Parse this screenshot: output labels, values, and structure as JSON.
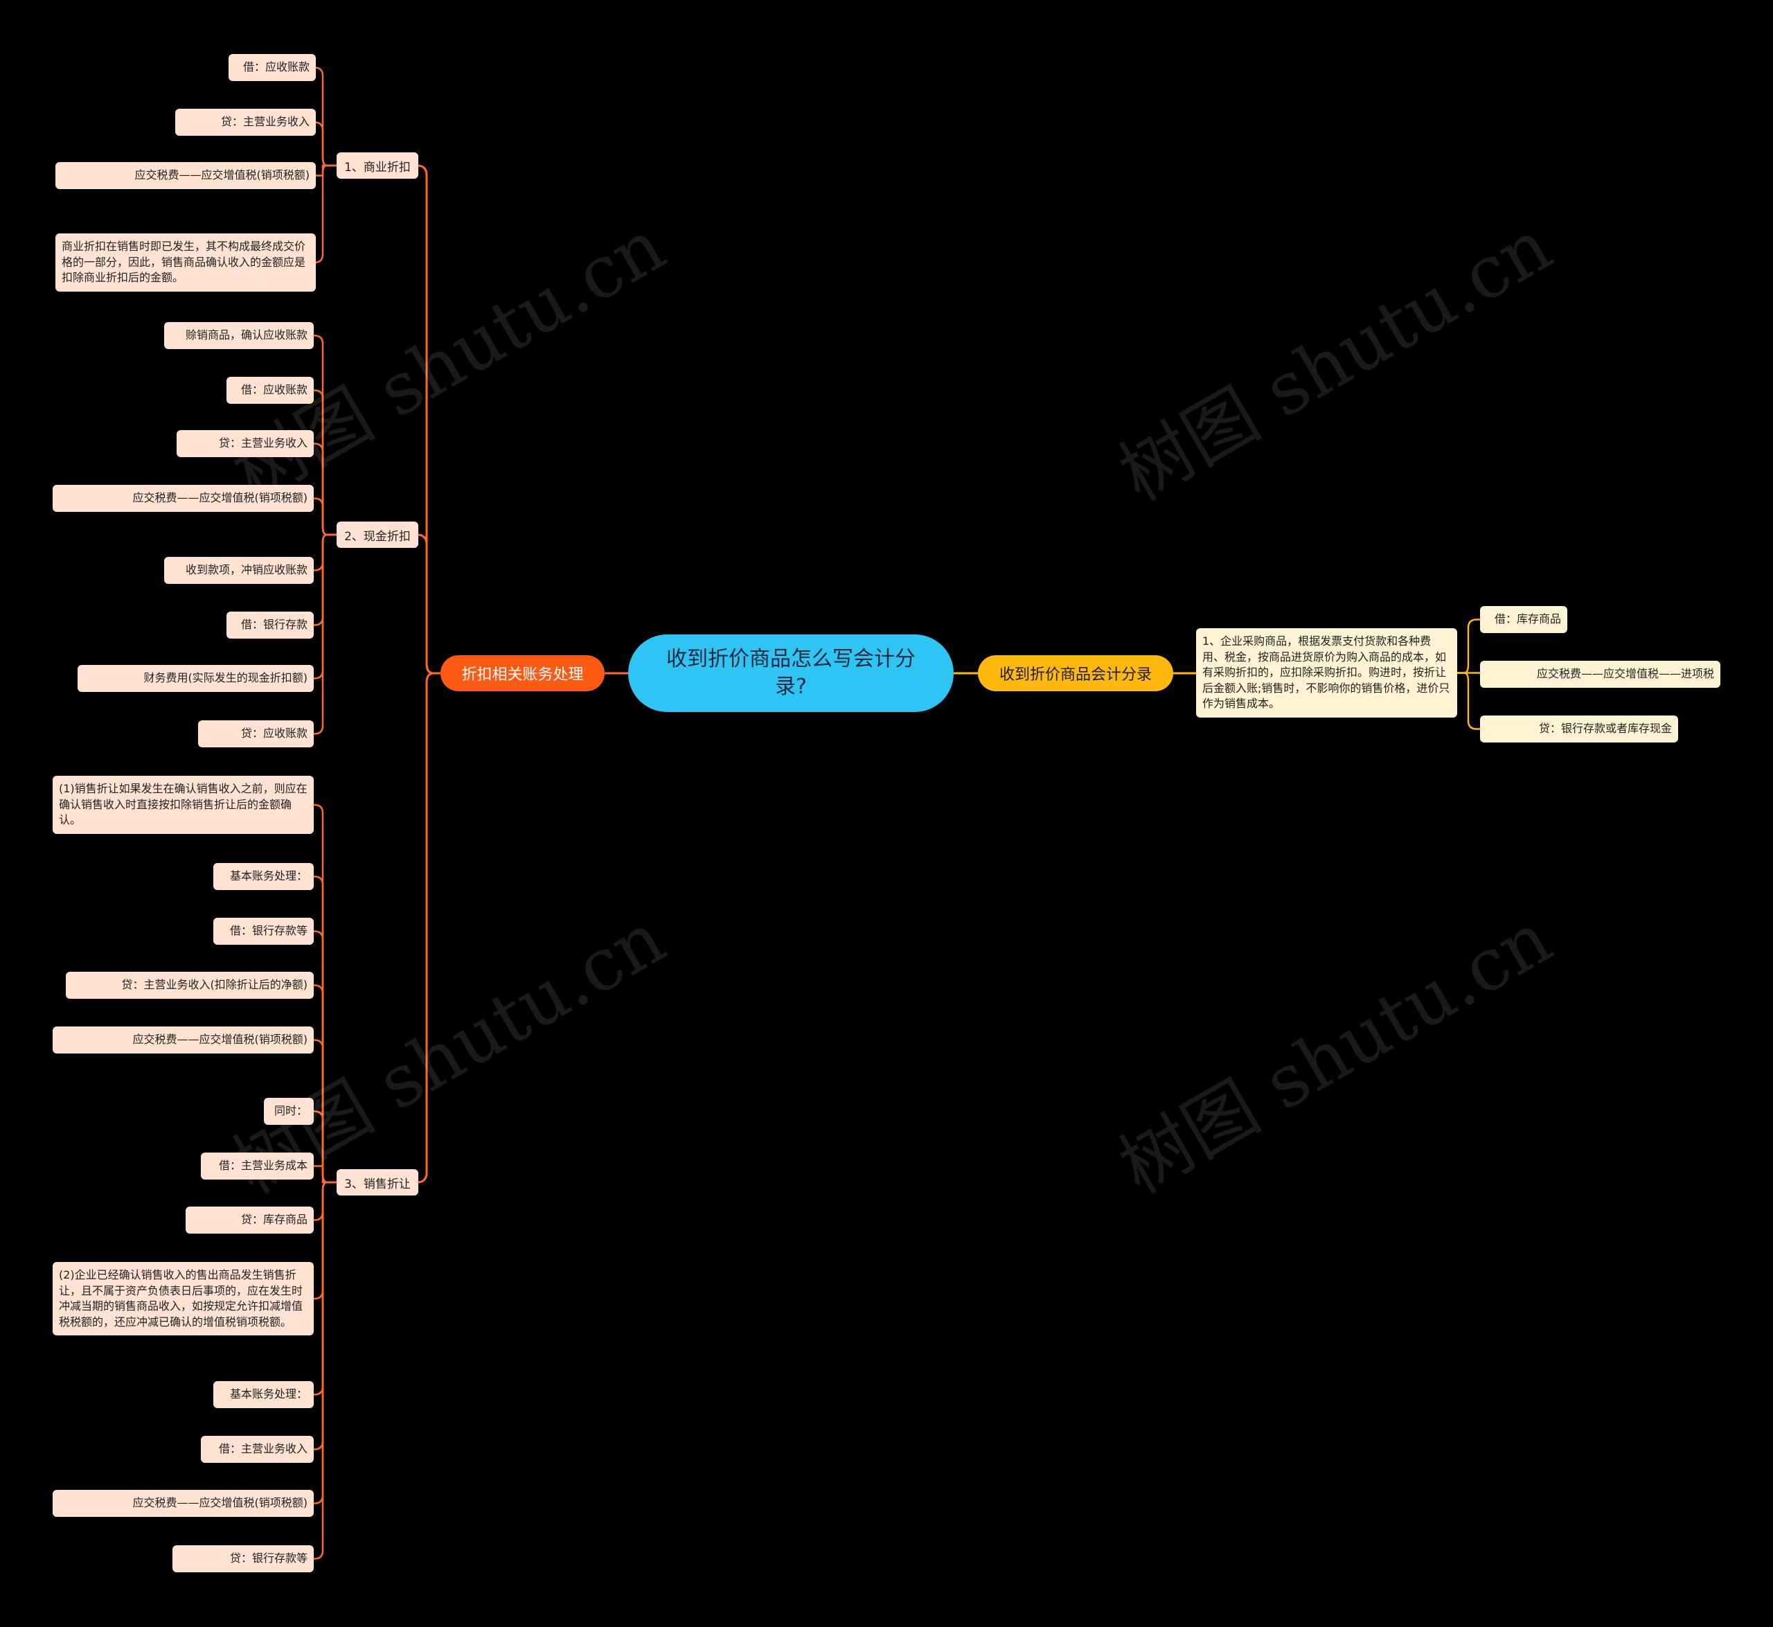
{
  "root": {
    "label": "收到折价商品怎么写会计分录?"
  },
  "watermark": "树图 shutu.cn",
  "left_branch": {
    "label": "折扣相关账务处理",
    "groups": [
      {
        "label": "1、商业折扣",
        "items": [
          "借：应收账款",
          "贷：主营业务收入",
          "应交税费——应交增值税(销项税额)",
          "商业折扣在销售时即已发生，其不构成最终成交价格的一部分，因此，销售商品确认收入的金额应是扣除商业折扣后的金额。"
        ]
      },
      {
        "label": "2、现金折扣",
        "items": [
          "赊销商品，确认应收账款",
          "借：应收账款",
          "贷：主营业务收入",
          "应交税费——应交增值税(销项税额)",
          "收到款项，冲销应收账款",
          "借：银行存款",
          "财务费用(实际发生的现金折扣额)",
          "贷：应收账款"
        ]
      },
      {
        "label": "3、销售折让",
        "items": [
          "(1)销售折让如果发生在确认销售收入之前，则应在确认销售收入时直接按扣除销售折让后的金额确认。",
          "基本账务处理：",
          "借：银行存款等",
          "贷：主营业务收入(扣除折让后的净额)",
          "应交税费——应交增值税(销项税额)",
          "同时：",
          "借：主营业务成本",
          "贷：库存商品",
          "(2)企业已经确认销售收入的售出商品发生销售折让，且不属于资产负债表日后事项的，应在发生时冲减当期的销售商品收入，如按规定允许扣减增值税税额的，还应冲减已确认的增值税销项税额。",
          "基本账务处理：",
          "借：主营业务收入",
          "应交税费——应交增值税(销项税额)",
          "贷：银行存款等"
        ]
      }
    ]
  },
  "right_branch": {
    "label": "收到折价商品会计分录",
    "description": "1、企业采购商品，根据发票支付货款和各种费用、税金，按商品进货原价为购入商品的成本，如有采购折扣的，应扣除采购折扣。购进时，按折让后金额入账;销售时，不影响你的销售价格，进价只作为销售成本。",
    "items": [
      "借：库存商品",
      "应交税费——应交增值税——进项税",
      "贷：银行存款或者库存现金"
    ]
  },
  "colors": {
    "background": "#000000",
    "root": "#2ec4f4",
    "left_branch": "#ff5a14",
    "right_branch": "#ffb90e",
    "left_leaf": "#ffe2d2",
    "right_leaf": "#fff3d3",
    "left_line": "#ff6a2a",
    "right_line": "#ffb90e"
  }
}
